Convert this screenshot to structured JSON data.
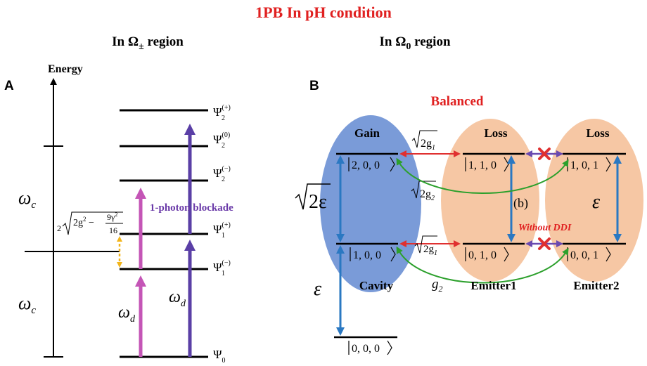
{
  "title": "1PB In pH condition",
  "panel_a": {
    "letter": "A",
    "heading_prefix": "In ",
    "heading_symbol": "Ω",
    "heading_sub": "±",
    "heading_suffix": " region",
    "energy_label": "Energy",
    "omega_c": "ω",
    "omega_c_sub": "c",
    "omega_d": "ω",
    "omega_d_sub": "d",
    "blockade_label": "1-photon blockade",
    "splitting": {
      "coef": "2",
      "inner": "2g",
      "exp": "2",
      "minus": " −",
      "num": "9γ",
      "num_exp": "2",
      "den": "16"
    },
    "levels": [
      {
        "sym": "Ψ",
        "sup": "(+)",
        "sub": "2"
      },
      {
        "sym": "Ψ",
        "sup": "(0)",
        "sub": "2"
      },
      {
        "sym": "Ψ",
        "sup": "(−)",
        "sub": "2"
      },
      {
        "sym": "Ψ",
        "sup": "(+)",
        "sub": "1"
      },
      {
        "sym": "Ψ",
        "sup": "(−)",
        "sub": "1"
      },
      {
        "sym": "Ψ",
        "sup": "",
        "sub": "0"
      }
    ]
  },
  "panel_b": {
    "letter": "B",
    "heading_prefix": "In ",
    "heading_symbol": "Ω",
    "heading_sub": "0",
    "heading_suffix": " region",
    "balanced": "Balanced",
    "gain": "Gain",
    "loss1": "Loss",
    "loss2": "Loss",
    "cavity": "Cavity",
    "emitter1": "Emitter1",
    "emitter2": "Emitter2",
    "without_ddi": "Without DDI",
    "b_label": "(b)",
    "epsilon": "ε",
    "sqrt2eps": "2ε",
    "sqrt2g1": "2g",
    "sqrt2g1_sub": "1",
    "sqrt2g2": "2g",
    "sqrt2g2_sub": "2",
    "sqrt2g_low": "2g",
    "sqrt2g_low_sub": "1",
    "g2": "g",
    "g2_sub": "2",
    "states": {
      "s200": "2, 0, 0",
      "s110": "1, 1, 0",
      "s101": "1, 0, 1",
      "s100": "1, 0, 0",
      "s010": "0, 1, 0",
      "s001": "0, 0, 1",
      "s000": "0, 0, 0"
    }
  },
  "colors": {
    "title_red": "#e02020",
    "gain_blue": "#7a9bd8",
    "loss_orange": "#f6c7a4",
    "transition_blue": "#2a78c2",
    "coupling_red": "#e03030",
    "coupling_green": "#2ca02c",
    "ddi_purple": "#6a4ab0",
    "drive_magenta": "#c455b6",
    "drive_purple": "#5a3fa6",
    "split_yellow": "#f2b51b",
    "blockade_purple": "#6a3aa8"
  }
}
